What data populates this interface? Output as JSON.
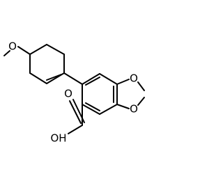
{
  "structure": {
    "atom_labels": {
      "methoxy_oxygen": "O",
      "dioxole_oxygen_top": "O",
      "dioxole_oxygen_bottom": "O",
      "carbonyl_oxygen": "O",
      "hydroxyl": "OH"
    },
    "colors": {
      "bond": "#000000",
      "label": "#000000",
      "background": "#ffffff"
    }
  }
}
